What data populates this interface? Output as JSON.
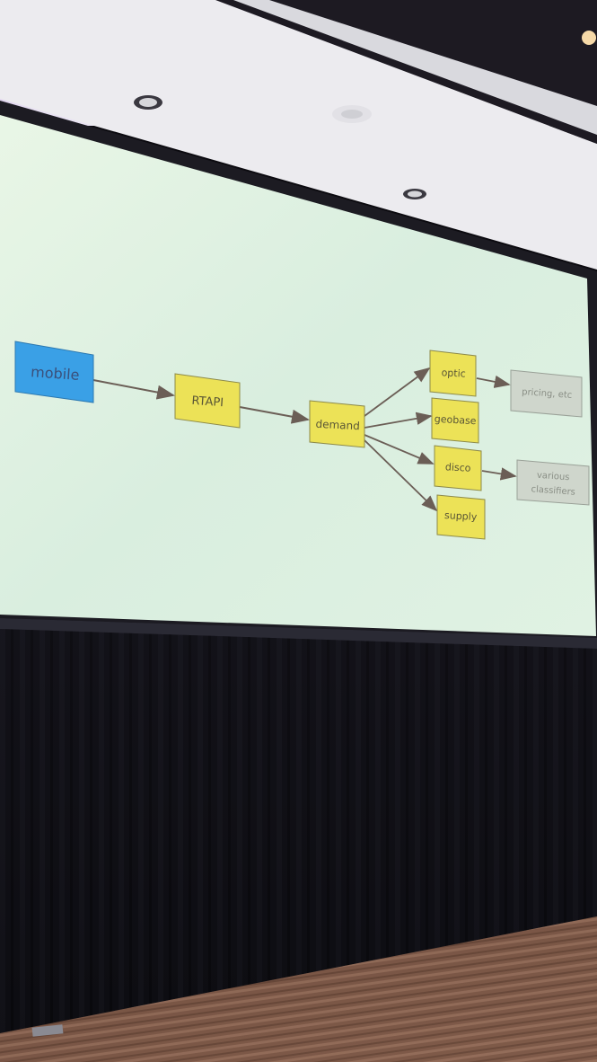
{
  "slide": {
    "nodes": {
      "mobile": "mobile",
      "rtapi": "RTAPI",
      "demand": "demand",
      "optic": "optic",
      "geobase": "geobase",
      "disco": "disco",
      "supply": "supply",
      "pricing": "pricing, etc",
      "various_line1": "various",
      "various_line2": "classifiers"
    },
    "colors": {
      "mobile_fill": "#3aa0e6",
      "yellow_fill": "#ece257",
      "grey_fill": "#cfd6cc",
      "arrow": "#6b5e56",
      "screen": "#dcefe2"
    }
  }
}
